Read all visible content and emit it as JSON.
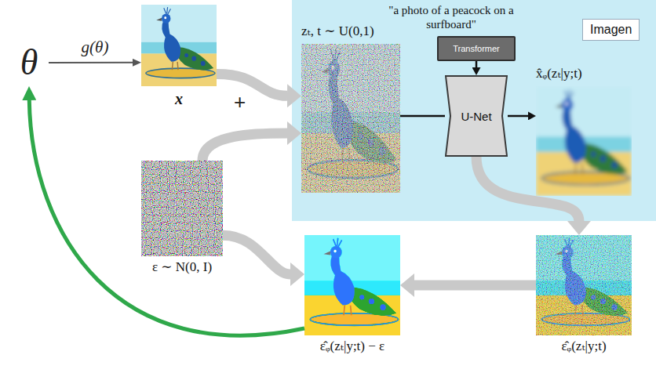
{
  "diagram": {
    "nodes": [
      {
        "text": [
          "θ"
        ]
      },
      {
        "text": [
          "x"
        ]
      },
      {
        "text": [
          "ε ∼ N(0, I)"
        ]
      },
      {
        "text": [
          "Imagen"
        ]
      },
      {
        "text": [
          "zₜ, t ∼ U(0,1)"
        ],
        "in": 3
      },
      {
        "text": [
          "Transformer"
        ],
        "in": 3
      },
      {
        "text": [
          "U-Net"
        ],
        "in": 3
      },
      {
        "text": [
          "x̂ᵩ(zₜ|y;t)"
        ],
        "in": 3
      },
      {
        "text": [
          "ε̂ᵩ(zₜ|y;t)"
        ]
      },
      {
        "text": [
          "ε̂ᵩ(zₜ|y;t) − ε"
        ]
      }
    ],
    "edges": [
      {
        "from": 0,
        "to": 1,
        "label": "g(θ)",
        "arrow": "to"
      },
      {
        "from": 1,
        "to": 4,
        "arrow": "to"
      },
      {
        "from": 2,
        "to": 4,
        "arrow": "to"
      },
      {
        "from": 5,
        "to": 6,
        "arrow": "to"
      },
      {
        "from": 4,
        "to": 6,
        "arrow": "none"
      },
      {
        "from": 6,
        "to": 7,
        "arrow": "to"
      },
      {
        "from": 6,
        "to": 8,
        "arrow": "to"
      },
      {
        "from": 8,
        "to": 9,
        "arrow": "to"
      },
      {
        "from": 2,
        "to": 9,
        "arrow": "to"
      },
      {
        "from": 9,
        "to": 0,
        "arrow": "to"
      }
    ],
    "labels": [
      "\"a photo of a peacock on a surfboard\"",
      "+"
    ]
  }
}
